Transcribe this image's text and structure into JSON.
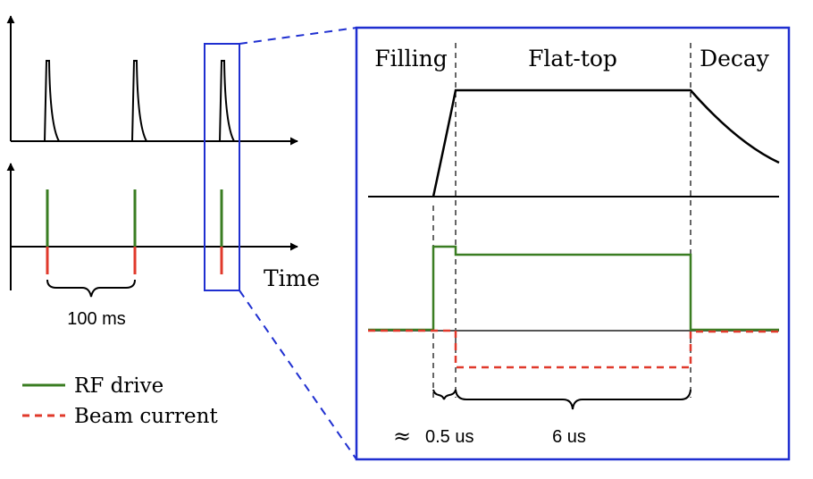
{
  "labels": {
    "time_axis": "Time",
    "period": "100 ms",
    "phase_filling": "Filling",
    "phase_flattop": "Flat-top",
    "phase_decay": "Decay",
    "fill_duration": "0.5 us",
    "approx_symbol": "≈",
    "flattop_duration": "6 us"
  },
  "legend": [
    {
      "label": "RF drive",
      "style": "solid",
      "color": "#3a7d22"
    },
    {
      "label": "Beam current",
      "style": "dashed",
      "color": "#e0392b"
    }
  ],
  "colors": {
    "rf_drive": "#3a7d22",
    "beam_current": "#e0392b",
    "zoom_box": "#1f2fd0",
    "axis": "#000000",
    "baseline": "#555555"
  }
}
